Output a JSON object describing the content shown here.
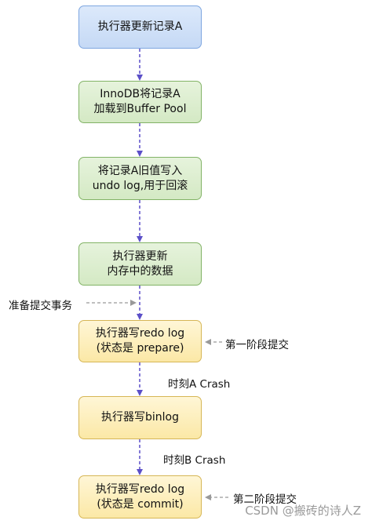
{
  "nodes": {
    "n1": {
      "lines": [
        "执行器更新记录A"
      ]
    },
    "n2": {
      "lines": [
        "InnoDB将记录A",
        "加载到Buffer Pool"
      ]
    },
    "n3": {
      "lines": [
        "将记录A旧值写入",
        "undo log,用于回滚"
      ]
    },
    "n4": {
      "lines": [
        "执行器更新",
        "内存中的数据"
      ]
    },
    "n5": {
      "lines": [
        "执行器写redo log",
        "(状态是 prepare)"
      ]
    },
    "n6": {
      "lines": [
        "执行器写binlog"
      ]
    },
    "n7": {
      "lines": [
        "执行器写redo log",
        "(状态是 commit)"
      ]
    }
  },
  "labels": {
    "prepare_tx": "准备提交事务",
    "phase_one": "第一阶段提交",
    "moment_a": "时刻A Crash",
    "moment_b": "时刻B Crash",
    "phase_two": "第二阶段提交"
  },
  "watermark": "CSDN @搬砖的诗人Z",
  "colors": {
    "blue_fill": "#dae8fc",
    "blue_border": "#7ea6e0",
    "green_fill": "#d5e8d4",
    "green_border": "#82b366",
    "yellow_fill": "#fff2cc",
    "yellow_border": "#d6b656",
    "arrow_main": "#5b4fc8",
    "arrow_side": "#999999"
  }
}
